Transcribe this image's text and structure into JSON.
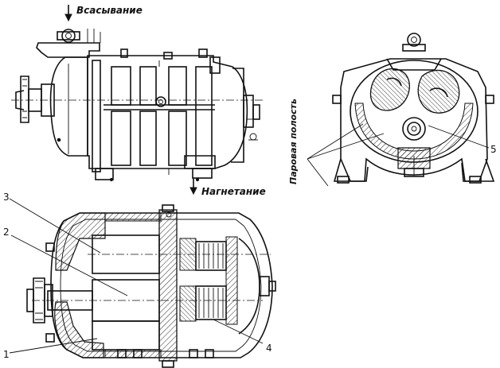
{
  "labels": {
    "suction": "Всасывание",
    "discharge": "Нагнетание",
    "steam_cavity": "Паровая полость",
    "n1": "1",
    "n2": "2",
    "n3": "3",
    "n4": "4",
    "n5": "5"
  },
  "colors": {
    "ink": "#111111",
    "paper": "#ffffff"
  }
}
